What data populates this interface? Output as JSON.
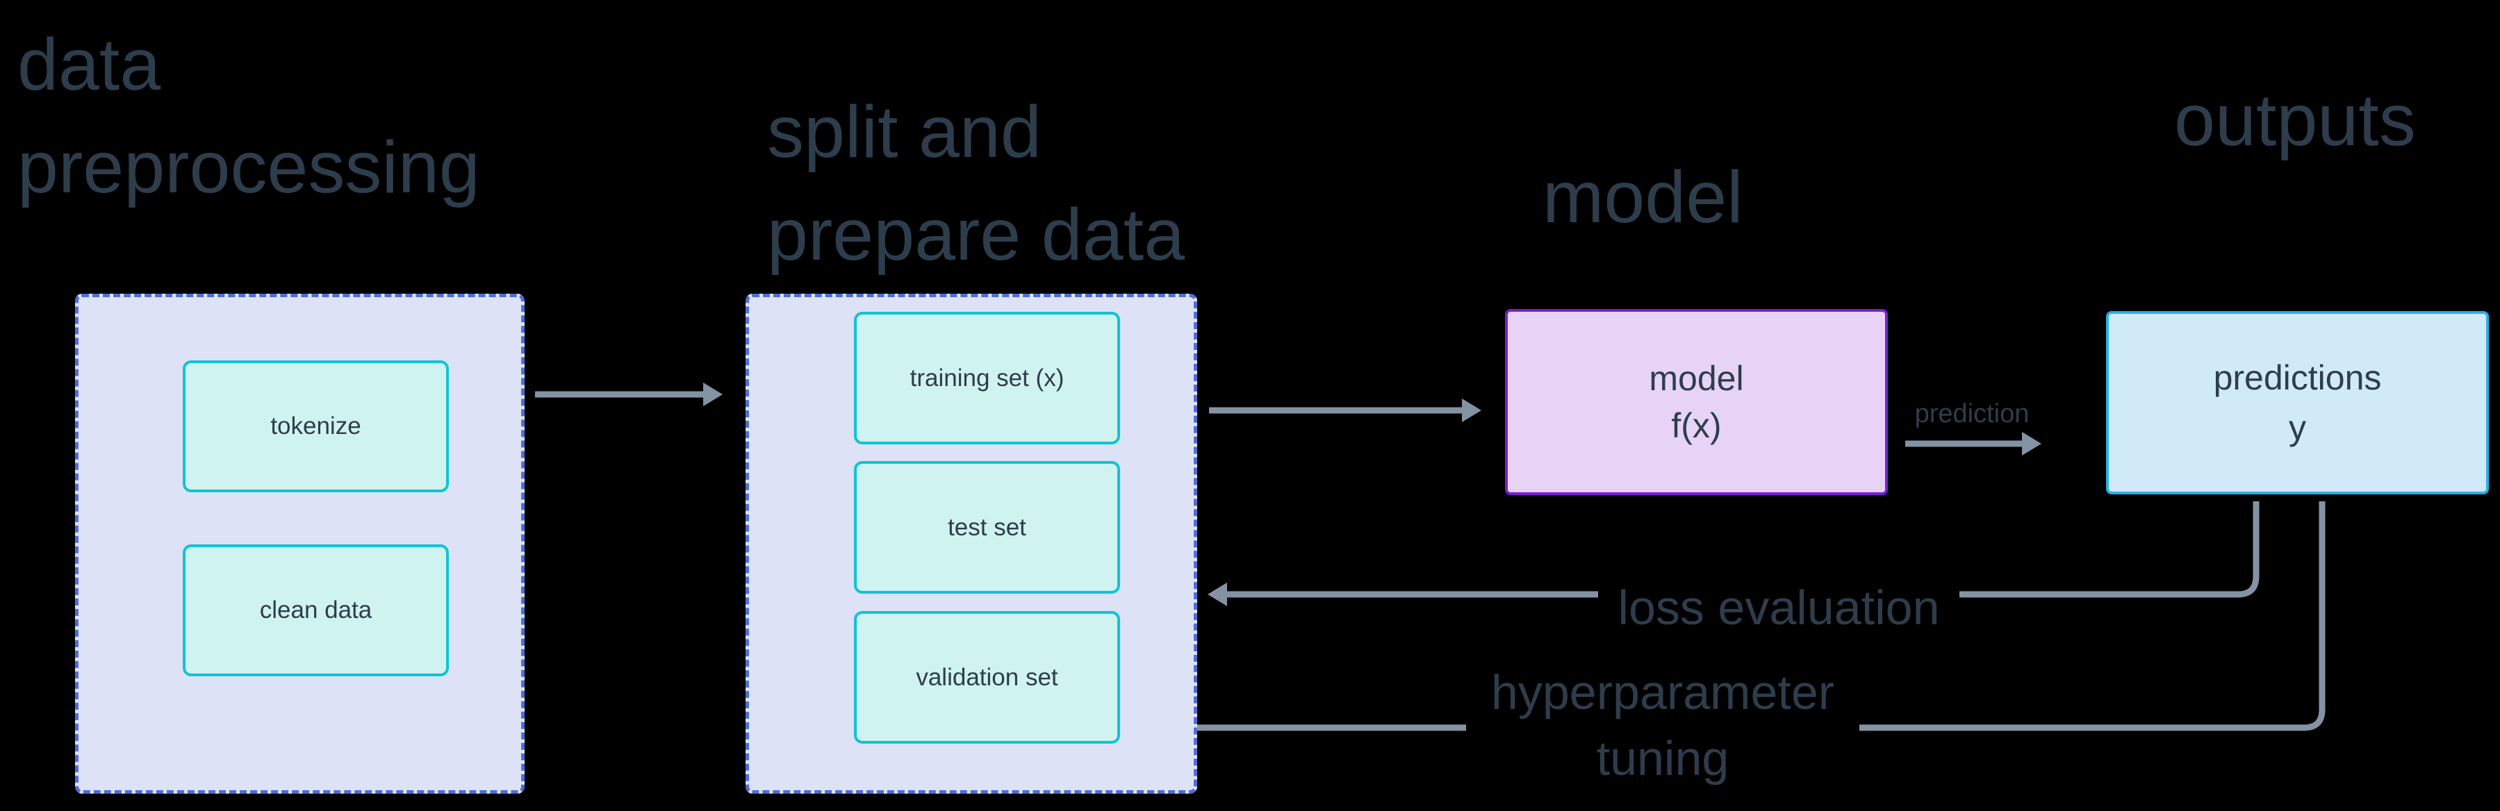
{
  "titles": {
    "preprocessing": "data\npreprocessing",
    "split": "split and\nprepare data",
    "model": "model",
    "outputs": "outputs"
  },
  "preprocessing": {
    "steps": [
      "tokenize",
      "clean data"
    ]
  },
  "split": {
    "sets": [
      "training set (x)",
      "test set",
      "validation set"
    ]
  },
  "model_box_label": "model\nf(x)",
  "predictions_box_label": "predictions\ny",
  "edge_labels": {
    "prediction": "prediction",
    "loss_evaluation": "loss evaluation",
    "hyperparameter_tuning": "hyperparameter\ntuning"
  },
  "colors": {
    "background": "#000000",
    "title_text": "#2e3d4c",
    "group_fill": "#dde2f6",
    "group_dashed_border": "#4e6fd5",
    "step_fill": "#cff3f1",
    "step_border": "#11c3d3",
    "model_fill": "#e7d3f5",
    "model_border": "#7a1ed2",
    "predictions_fill": "#d0eaf8",
    "predictions_border": "#27b1e8",
    "connector_gray": "#8493a4"
  }
}
